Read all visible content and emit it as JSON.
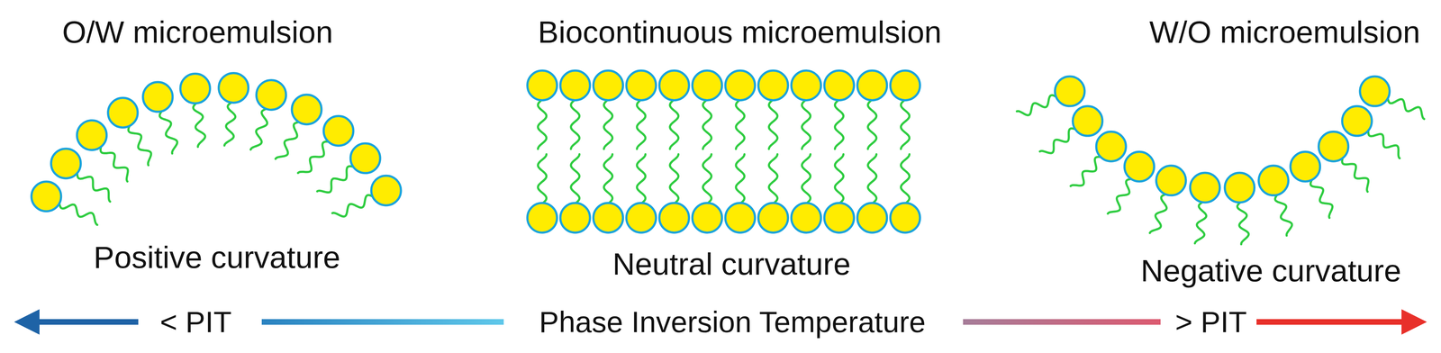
{
  "diagram": {
    "labels": [
      "O/W microemulsion",
      "Biocontinuous microemulsion",
      "W/O microemulsion",
      "Positive curvature",
      "Neutral curvature",
      "Negative curvature",
      "< PIT",
      "Phase Inversion Temperature",
      "> PIT"
    ]
  }
}
